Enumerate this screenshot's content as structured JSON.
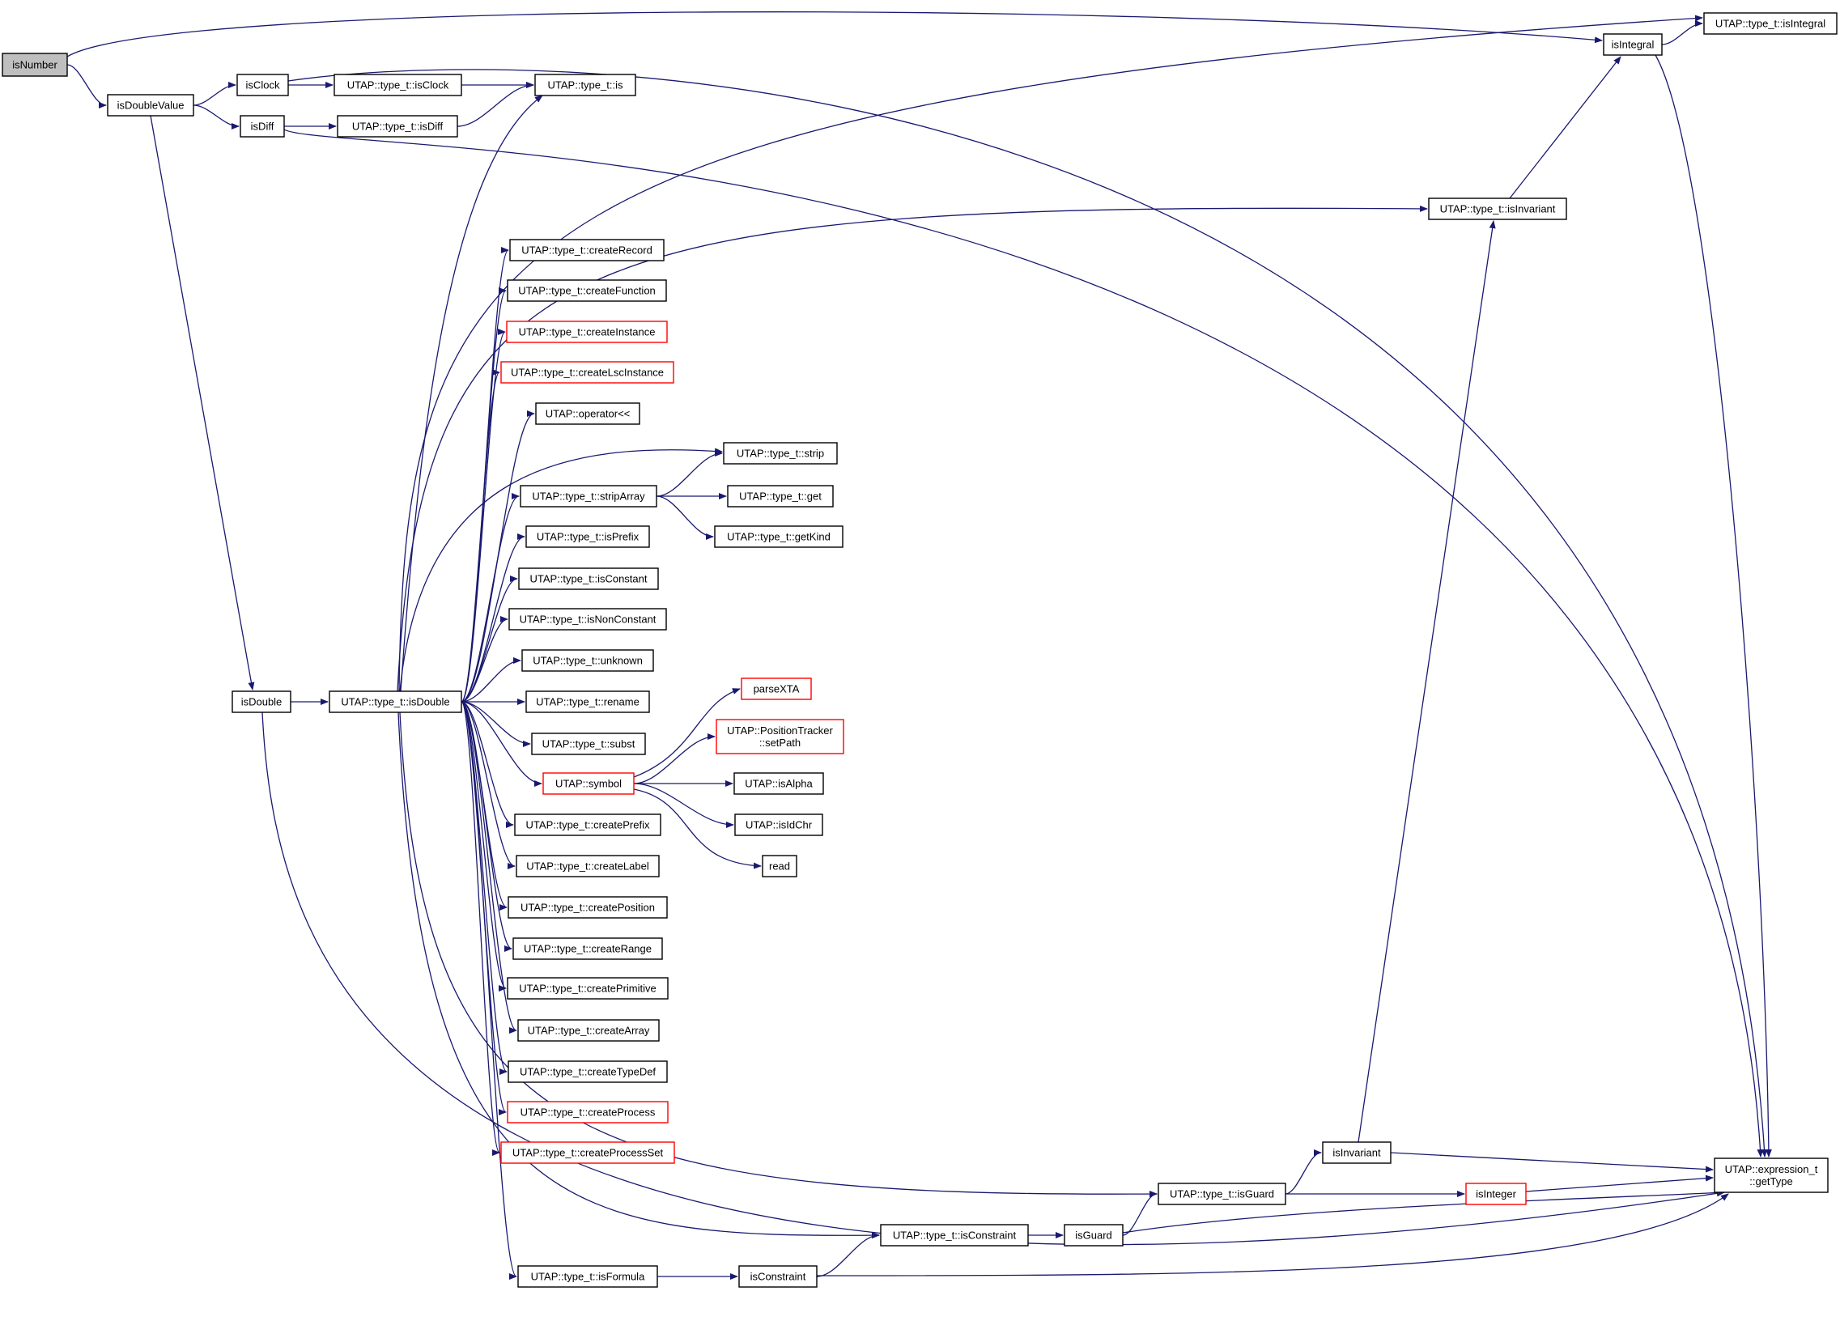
{
  "colors": {
    "edge": "#191970",
    "node_border": "#000000",
    "incomplete_border": "#ff0000",
    "root_fill": "#bfbfbf",
    "node_fill": "#ffffff"
  },
  "nodes": [
    {
      "id": "isNumber",
      "label": "isNumber",
      "root": true
    },
    {
      "id": "isDoubleValue",
      "label": "isDoubleValue"
    },
    {
      "id": "isClock",
      "label": "isClock"
    },
    {
      "id": "isDiff",
      "label": "isDiff"
    },
    {
      "id": "type_isClock",
      "label": "UTAP::type_t::isClock"
    },
    {
      "id": "type_isDiff",
      "label": "UTAP::type_t::isDiff"
    },
    {
      "id": "type_is",
      "label": "UTAP::type_t::is"
    },
    {
      "id": "isIntegral",
      "label": "isIntegral"
    },
    {
      "id": "type_isIntegral",
      "label": "UTAP::type_t::isIntegral"
    },
    {
      "id": "type_isInvariant",
      "label": "UTAP::type_t::isInvariant"
    },
    {
      "id": "createRecord",
      "label": "UTAP::type_t::createRecord"
    },
    {
      "id": "createFunction",
      "label": "UTAP::type_t::createFunction"
    },
    {
      "id": "createInstance",
      "label": "UTAP::type_t::createInstance",
      "red": true
    },
    {
      "id": "createLscInstance",
      "label": "UTAP::type_t::createLscInstance",
      "red": true
    },
    {
      "id": "operator_lshift",
      "label": "UTAP::operator<<"
    },
    {
      "id": "strip",
      "label": "UTAP::type_t::strip"
    },
    {
      "id": "stripArray",
      "label": "UTAP::type_t::stripArray"
    },
    {
      "id": "get",
      "label": "UTAP::type_t::get"
    },
    {
      "id": "getKind",
      "label": "UTAP::type_t::getKind"
    },
    {
      "id": "isPrefix",
      "label": "UTAP::type_t::isPrefix"
    },
    {
      "id": "isConstant",
      "label": "UTAP::type_t::isConstant"
    },
    {
      "id": "isNonConstant",
      "label": "UTAP::type_t::isNonConstant"
    },
    {
      "id": "unknown",
      "label": "UTAP::type_t::unknown"
    },
    {
      "id": "isDouble",
      "label": "isDouble"
    },
    {
      "id": "type_isDouble",
      "label": "UTAP::type_t::isDouble"
    },
    {
      "id": "rename",
      "label": "UTAP::type_t::rename"
    },
    {
      "id": "parseXTA",
      "label": "parseXTA",
      "red": true
    },
    {
      "id": "setPath",
      "label": "UTAP::PositionTracker\n::setPath",
      "red": true
    },
    {
      "id": "subst",
      "label": "UTAP::type_t::subst"
    },
    {
      "id": "symbol",
      "label": "UTAP::symbol",
      "red": true
    },
    {
      "id": "isAlpha",
      "label": "UTAP::isAlpha"
    },
    {
      "id": "isIdChr",
      "label": "UTAP::isIdChr"
    },
    {
      "id": "read",
      "label": "read"
    },
    {
      "id": "createPrefix",
      "label": "UTAP::type_t::createPrefix"
    },
    {
      "id": "createLabel",
      "label": "UTAP::type_t::createLabel"
    },
    {
      "id": "createPosition",
      "label": "UTAP::type_t::createPosition"
    },
    {
      "id": "createRange",
      "label": "UTAP::type_t::createRange"
    },
    {
      "id": "createPrimitive",
      "label": "UTAP::type_t::createPrimitive"
    },
    {
      "id": "createArray",
      "label": "UTAP::type_t::createArray"
    },
    {
      "id": "createTypeDef",
      "label": "UTAP::type_t::createTypeDef"
    },
    {
      "id": "createProcess",
      "label": "UTAP::type_t::createProcess",
      "red": true
    },
    {
      "id": "createProcessSet",
      "label": "UTAP::type_t::createProcessSet",
      "red": true
    },
    {
      "id": "isInvariant",
      "label": "isInvariant"
    },
    {
      "id": "getType",
      "label": "UTAP::expression_t\n::getType"
    },
    {
      "id": "type_isGuard",
      "label": "UTAP::type_t::isGuard"
    },
    {
      "id": "isInteger",
      "label": "isInteger",
      "red": true
    },
    {
      "id": "type_isConstraint",
      "label": "UTAP::type_t::isConstraint"
    },
    {
      "id": "isGuard",
      "label": "isGuard"
    },
    {
      "id": "isFormula",
      "label": "UTAP::type_t::isFormula"
    },
    {
      "id": "isConstraint",
      "label": "isConstraint"
    }
  ],
  "edges": [
    [
      "isNumber",
      "isDoubleValue"
    ],
    [
      "isNumber",
      "isIntegral"
    ],
    [
      "isDoubleValue",
      "isClock"
    ],
    [
      "isDoubleValue",
      "isDiff"
    ],
    [
      "isDoubleValue",
      "isDouble"
    ],
    [
      "isClock",
      "type_isClock"
    ],
    [
      "isClock",
      "getType"
    ],
    [
      "isDiff",
      "type_isDiff"
    ],
    [
      "isDiff",
      "getType"
    ],
    [
      "type_isClock",
      "type_is"
    ],
    [
      "type_isDiff",
      "type_is"
    ],
    [
      "isIntegral",
      "type_isIntegral"
    ],
    [
      "isIntegral",
      "getType"
    ],
    [
      "type_isInvariant",
      "isIntegral"
    ],
    [
      "isDouble",
      "type_isDouble"
    ],
    [
      "isDouble",
      "getType"
    ],
    [
      "type_isDouble",
      "type_is"
    ],
    [
      "type_isDouble",
      "type_isIntegral"
    ],
    [
      "type_isDouble",
      "type_isInvariant"
    ],
    [
      "type_isDouble",
      "createRecord"
    ],
    [
      "type_isDouble",
      "createFunction"
    ],
    [
      "type_isDouble",
      "createInstance"
    ],
    [
      "type_isDouble",
      "createLscInstance"
    ],
    [
      "type_isDouble",
      "operator_lshift"
    ],
    [
      "type_isDouble",
      "strip"
    ],
    [
      "type_isDouble",
      "stripArray"
    ],
    [
      "type_isDouble",
      "isPrefix"
    ],
    [
      "type_isDouble",
      "isConstant"
    ],
    [
      "type_isDouble",
      "isNonConstant"
    ],
    [
      "type_isDouble",
      "unknown"
    ],
    [
      "type_isDouble",
      "rename"
    ],
    [
      "type_isDouble",
      "subst"
    ],
    [
      "type_isDouble",
      "symbol"
    ],
    [
      "type_isDouble",
      "createPrefix"
    ],
    [
      "type_isDouble",
      "createLabel"
    ],
    [
      "type_isDouble",
      "createPosition"
    ],
    [
      "type_isDouble",
      "createRange"
    ],
    [
      "type_isDouble",
      "createPrimitive"
    ],
    [
      "type_isDouble",
      "createArray"
    ],
    [
      "type_isDouble",
      "createTypeDef"
    ],
    [
      "type_isDouble",
      "createProcess"
    ],
    [
      "type_isDouble",
      "createProcessSet"
    ],
    [
      "type_isDouble",
      "type_isGuard"
    ],
    [
      "type_isDouble",
      "type_isConstraint"
    ],
    [
      "type_isDouble",
      "isFormula"
    ],
    [
      "stripArray",
      "strip"
    ],
    [
      "stripArray",
      "get"
    ],
    [
      "stripArray",
      "getKind"
    ],
    [
      "symbol",
      "parseXTA"
    ],
    [
      "symbol",
      "setPath"
    ],
    [
      "symbol",
      "isAlpha"
    ],
    [
      "symbol",
      "isIdChr"
    ],
    [
      "symbol",
      "read"
    ],
    [
      "type_isGuard",
      "isInvariant"
    ],
    [
      "type_isGuard",
      "isInteger"
    ],
    [
      "isInvariant",
      "type_isInvariant"
    ],
    [
      "isInvariant",
      "getType"
    ],
    [
      "isInteger",
      "getType"
    ],
    [
      "type_isConstraint",
      "isGuard"
    ],
    [
      "isGuard",
      "type_isGuard"
    ],
    [
      "isGuard",
      "getType"
    ],
    [
      "isFormula",
      "isConstraint"
    ],
    [
      "isConstraint",
      "type_isConstraint"
    ],
    [
      "isConstraint",
      "getType"
    ]
  ]
}
